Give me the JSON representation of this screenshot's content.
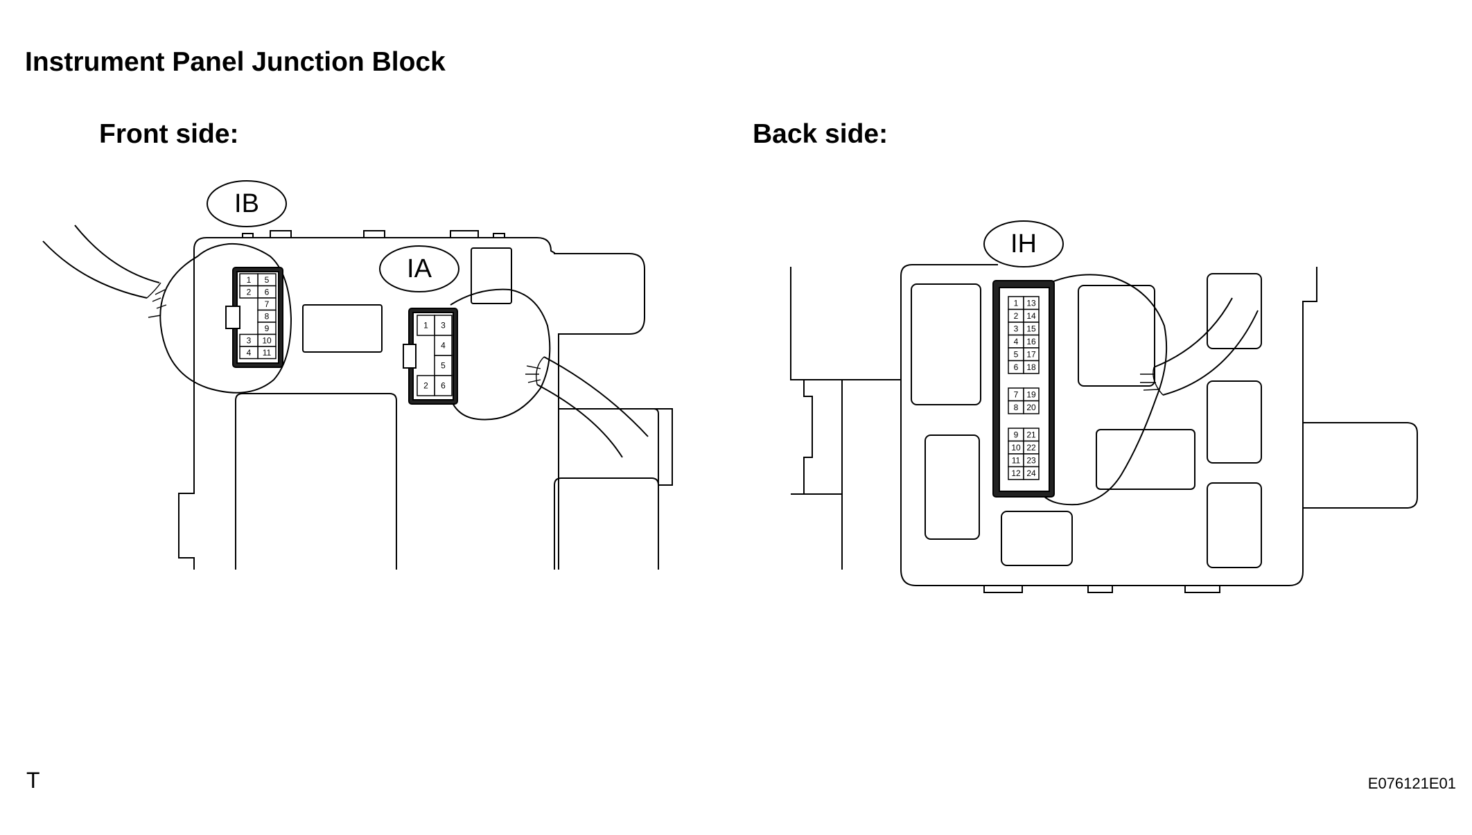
{
  "title": "Instrument Panel Junction Block",
  "views": {
    "front": {
      "label": "Front side:"
    },
    "back": {
      "label": "Back side:"
    }
  },
  "connectors": {
    "ib": {
      "name": "IB",
      "pins_left": [
        "1",
        "2",
        "",
        "",
        "3",
        "4"
      ],
      "pins_right": [
        "5",
        "6",
        "7",
        "8",
        "9",
        "10",
        "11"
      ]
    },
    "ia": {
      "name": "IA",
      "pins_left": [
        "1",
        "",
        "",
        "2"
      ],
      "pins_right": [
        "3",
        "4",
        "5",
        "6"
      ]
    },
    "ih": {
      "name": "IH",
      "pins_left": [
        "1",
        "2",
        "3",
        "4",
        "5",
        "6",
        "7",
        "8",
        "9",
        "10",
        "11",
        "12"
      ],
      "pins_right": [
        "13",
        "14",
        "15",
        "16",
        "17",
        "18",
        "19",
        "20",
        "21",
        "22",
        "23",
        "24"
      ]
    }
  },
  "footer": {
    "corner_letter": "T",
    "figure_id": "E076121E01"
  }
}
